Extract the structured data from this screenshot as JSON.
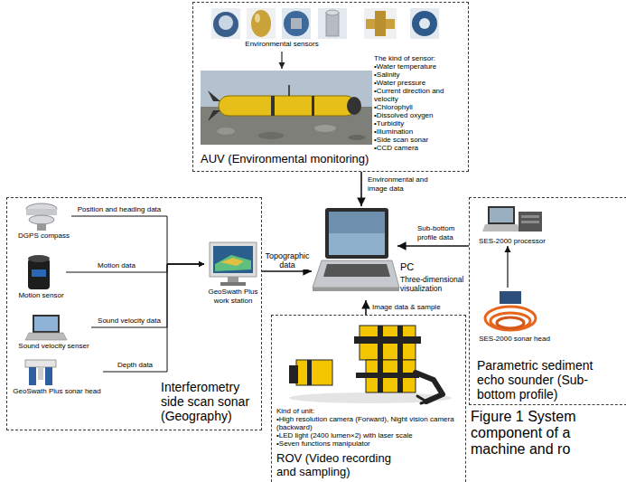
{
  "diagram": {
    "caption": "Figure 1 System component of a machine and ro",
    "nodes": [
      {
        "text": [
          "Environmental sensors",
          "The kind of sensor:",
          "•Water temperature",
          "•Salinity",
          "•Water pressure",
          "•Current direction and velocity",
          "•Chlorophyll",
          "•Dissolved oxygen",
          "•Turbidity",
          "•Illumination",
          "•Side scan sonar",
          "•CCD camera",
          "AUV (Environmental monitoring)"
        ]
      },
      {
        "text": [
          "Interferometry side scan sonar (Geography)"
        ]
      },
      {
        "text": [
          "DGPS compass"
        ],
        "in": 1
      },
      {
        "text": [
          "Motion sensor"
        ],
        "in": 1
      },
      {
        "text": [
          "Sound velocity senser"
        ],
        "in": 1
      },
      {
        "text": [
          "GeoSwath Plus sonar head"
        ],
        "in": 1
      },
      {
        "text": [
          "GeoSwath Plus work station"
        ],
        "in": 1
      },
      {
        "text": [
          "PC",
          "Three-dimensional visualization"
        ]
      },
      {
        "text": [
          "Parametric sediment echo sounder (Sub-bottom profile)"
        ]
      },
      {
        "text": [
          "SES-2000 processor"
        ],
        "in": 8
      },
      {
        "text": [
          "SES-2000 sonar head"
        ],
        "in": 8
      },
      {
        "text": [
          "Kind of unit:",
          "•High resolution camera (Forward), Night vision camera (backward)",
          "•LED light (2400 lumen×2) with laser scale",
          "•Seven functions manipulator",
          "ROV (Video recording and sampling)"
        ]
      }
    ],
    "edges": [
      {
        "from": 0,
        "to": 7,
        "arrow": "to",
        "label": "Environmental and image data"
      },
      {
        "from": 1,
        "to": 7,
        "arrow": "to",
        "label": "Topographic data"
      },
      {
        "from": 8,
        "to": 7,
        "arrow": "to",
        "label": "Sub-bottom profile data"
      },
      {
        "from": 11,
        "to": 7,
        "arrow": "to",
        "label": "Image data & sample"
      },
      {
        "from": 2,
        "to": 6,
        "arrow": "to",
        "label": "Position and heading data"
      },
      {
        "from": 3,
        "to": 6,
        "arrow": "to",
        "label": "Motion data"
      },
      {
        "from": 4,
        "to": 6,
        "arrow": "to",
        "label": "Sound velocity data"
      },
      {
        "from": 5,
        "to": 6,
        "arrow": "to",
        "label": "Depth data"
      },
      {
        "from": 10,
        "to": 9,
        "arrow": "to"
      }
    ]
  }
}
